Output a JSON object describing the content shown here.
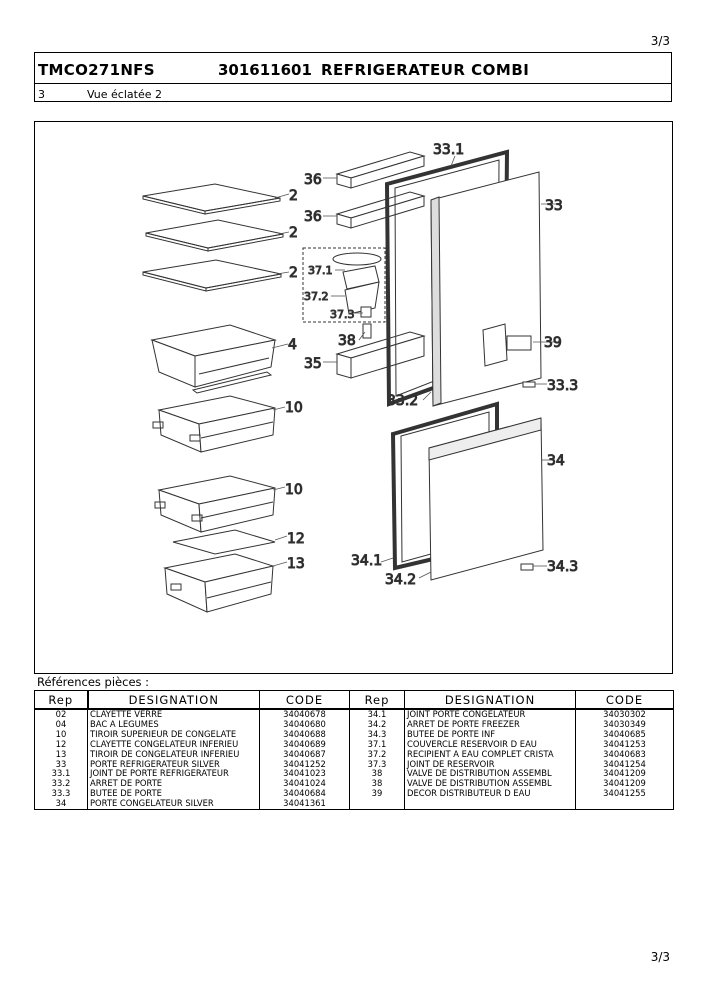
{
  "page_number": "3/3",
  "header": {
    "model": "TMCO271NFS",
    "code": "301611601",
    "title": "REFRIGERATEUR COMBI",
    "section_number": "3",
    "section_title": "Vue éclatée 2"
  },
  "diagram_labels": [
    "2",
    "2",
    "2",
    "4",
    "10",
    "10",
    "12",
    "13",
    "36",
    "36",
    "37.1",
    "37.2",
    "37.3",
    "38",
    "35",
    "33.1",
    "33",
    "39",
    "33.3",
    "33.2",
    "34",
    "34.1",
    "34.2",
    "34.3"
  ],
  "references": {
    "title": "Références pièces  :",
    "headers": {
      "rep": "Rep",
      "designation": "DESIGNATION",
      "code": "CODE"
    },
    "rows": [
      {
        "rep_a": "02",
        "des_a": "CLAYETTE VERRE",
        "code_a": "34040678",
        "rep_b": "34.1",
        "des_b": "JOINT PORTE CONGELATEUR",
        "code_b": "34030302"
      },
      {
        "rep_a": "04",
        "des_a": "BAC A LEGUMES",
        "code_a": "34040680",
        "rep_b": "34.2",
        "des_b": "ARRET DE PORTE FREEZER",
        "code_b": "34030349"
      },
      {
        "rep_a": "10",
        "des_a": "TIROIR SUPERIEUR DE CONGELATE",
        "code_a": "34040688",
        "rep_b": "34.3",
        "des_b": "BUTEE DE PORTE INF",
        "code_b": "34040685"
      },
      {
        "rep_a": "12",
        "des_a": "CLAYETTE CONGELATEUR INFERIEU",
        "code_a": "34040689",
        "rep_b": "37.1",
        "des_b": "COUVERCLE RESERVOIR D EAU",
        "code_b": "34041253"
      },
      {
        "rep_a": "13",
        "des_a": "TIROIR DE CONGELATEUR INFERIEU",
        "code_a": "34040687",
        "rep_b": "37.2",
        "des_b": "RECIPIENT A EAU COMPLET CRISTA",
        "code_b": "34040683"
      },
      {
        "rep_a": "33",
        "des_a": "PORTE REFRIGERATEUR SILVER",
        "code_a": "34041252",
        "rep_b": "37.3",
        "des_b": "JOINT DE RESERVOIR",
        "code_b": "34041254"
      },
      {
        "rep_a": "33.1",
        "des_a": "JOINT DE PORTE REFRIGERATEUR",
        "code_a": "34041023",
        "rep_b": "38",
        "des_b": "VALVE DE DISTRIBUTION ASSEMBL",
        "code_b": "34041209"
      },
      {
        "rep_a": "33.2",
        "des_a": "ARRET DE PORTE",
        "code_a": "34041024",
        "rep_b": "38",
        "des_b": "VALVE DE DISTRIBUTION ASSEMBL",
        "code_b": "34041209"
      },
      {
        "rep_a": "33.3",
        "des_a": "BUTEE DE PORTE",
        "code_a": "34040684",
        "rep_b": "39",
        "des_b": "DECOR DISTRIBUTEUR D EAU",
        "code_b": "34041255"
      },
      {
        "rep_a": "34",
        "des_a": "PORTE CONGELATEUR SILVER",
        "code_a": "34041361",
        "rep_b": "",
        "des_b": "",
        "code_b": ""
      }
    ]
  }
}
